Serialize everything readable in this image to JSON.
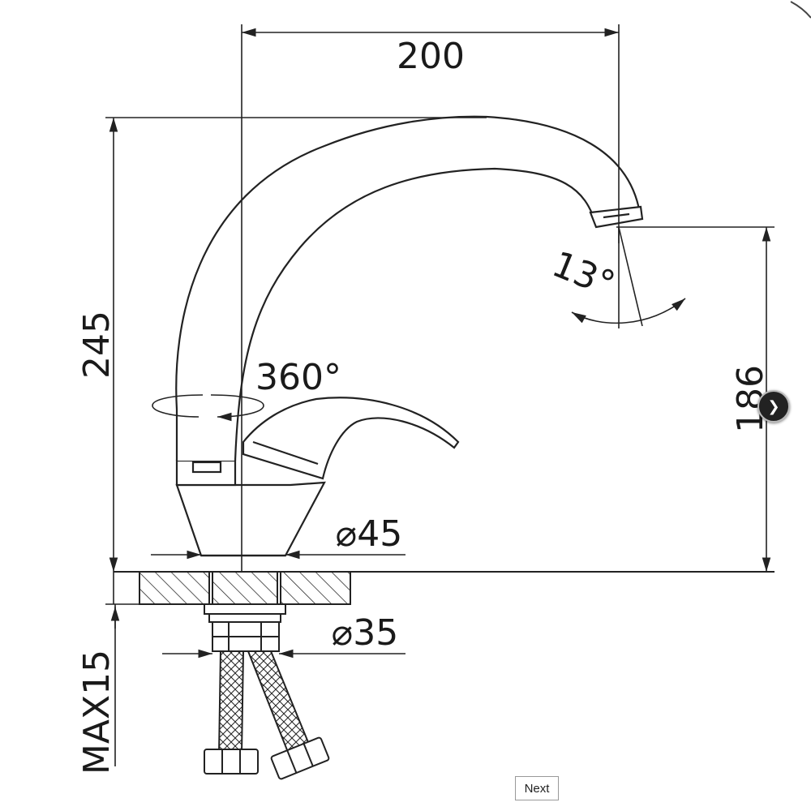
{
  "diagram": {
    "dimensions": {
      "spout_reach": "200",
      "total_height": "245",
      "outlet_height": "186",
      "base_diameter": "⌀45",
      "shank_diameter": "⌀35",
      "max_counter_thickness": "MAX15",
      "swivel_angle": "360°",
      "outlet_angle": "13°"
    }
  },
  "controls": {
    "next_label": "Next",
    "arrow_icon": "chevron-right-icon",
    "arrow_glyph": "❯"
  }
}
